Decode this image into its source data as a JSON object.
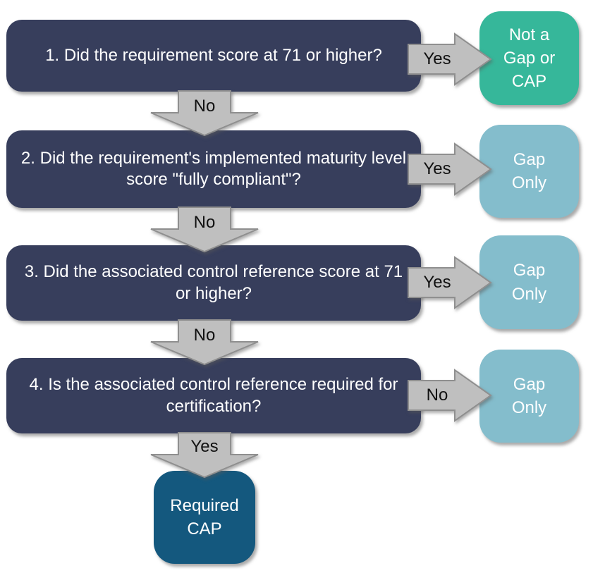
{
  "flowchart": {
    "description": "Gap / CAP decision flowchart",
    "steps": [
      {
        "question": "1. Did the requirement score at 71 or higher?",
        "branch_label": "Yes",
        "branch_result": "Not a\nGap or\nCAP",
        "next_label": "No"
      },
      {
        "question": "2. Did the requirement's implemented maturity level score \"fully compliant\"?",
        "branch_label": "Yes",
        "branch_result": "Gap\nOnly",
        "next_label": "No"
      },
      {
        "question": "3. Did the associated control reference score at 71 or higher?",
        "branch_label": "Yes",
        "branch_result": "Gap\nOnly",
        "next_label": "No"
      },
      {
        "question": "4. Is the associated control reference required for certification?",
        "branch_label": "No",
        "branch_result": "Gap\nOnly",
        "next_label": "Yes"
      }
    ],
    "final_result": "Required\nCAP",
    "colors": {
      "question_box": "#373E5C",
      "result_positive": "#36B79A",
      "result_gap": "#84BDCC",
      "result_final": "#14587E",
      "arrow_fill": "#BFBFBF",
      "arrow_stroke": "#8F8F8F",
      "question_text": "#FFFFFF",
      "label_text": "#111111"
    }
  }
}
